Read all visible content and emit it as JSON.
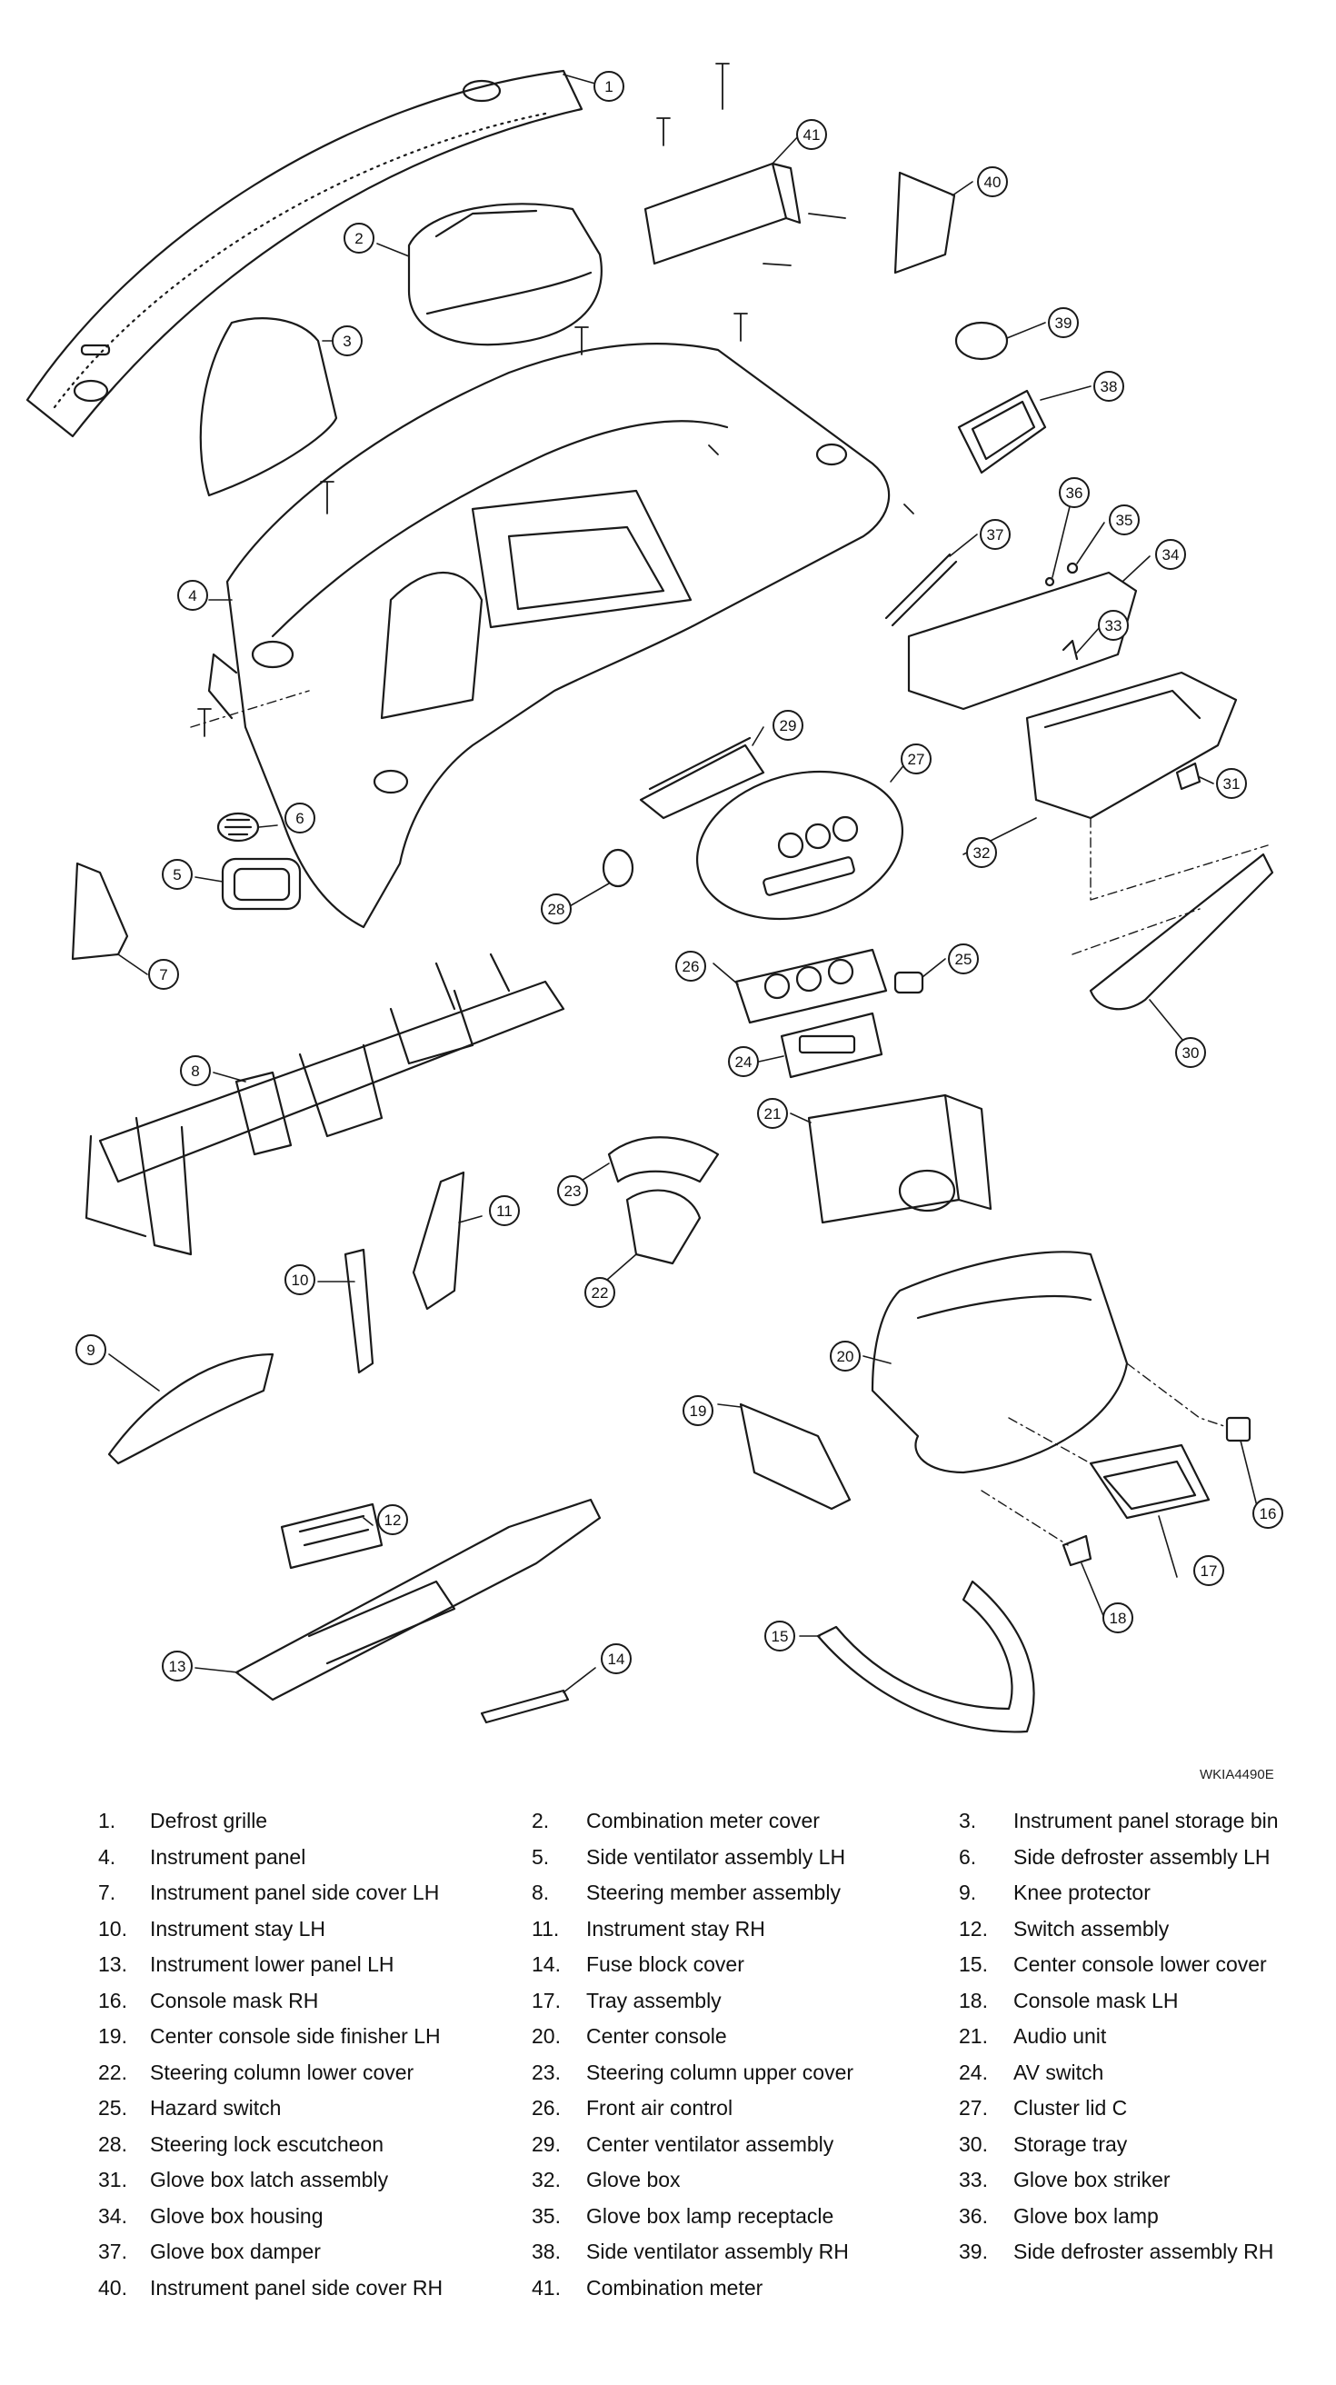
{
  "reference_code": "WKIA4490E",
  "parts": [
    {
      "num": "1.",
      "label": "Defrost grille"
    },
    {
      "num": "2.",
      "label": "Combination meter cover"
    },
    {
      "num": "3.",
      "label": "Instrument panel storage bin"
    },
    {
      "num": "4.",
      "label": "Instrument panel"
    },
    {
      "num": "5.",
      "label": "Side ventilator assembly LH"
    },
    {
      "num": "6.",
      "label": "Side defroster assembly LH"
    },
    {
      "num": "7.",
      "label": "Instrument panel side cover LH"
    },
    {
      "num": "8.",
      "label": "Steering member assembly"
    },
    {
      "num": "9.",
      "label": "Knee protector"
    },
    {
      "num": "10.",
      "label": "Instrument stay LH"
    },
    {
      "num": "11.",
      "label": "Instrument stay RH"
    },
    {
      "num": "12.",
      "label": "Switch assembly"
    },
    {
      "num": "13.",
      "label": "Instrument lower panel LH"
    },
    {
      "num": "14.",
      "label": "Fuse block cover"
    },
    {
      "num": "15.",
      "label": "Center console lower cover"
    },
    {
      "num": "16.",
      "label": "Console mask RH"
    },
    {
      "num": "17.",
      "label": "Tray assembly"
    },
    {
      "num": "18.",
      "label": "Console mask LH"
    },
    {
      "num": "19.",
      "label": "Center console side finisher LH"
    },
    {
      "num": "20.",
      "label": "Center console"
    },
    {
      "num": "21.",
      "label": "Audio unit"
    },
    {
      "num": "22.",
      "label": "Steering column lower cover"
    },
    {
      "num": "23.",
      "label": "Steering column upper cover"
    },
    {
      "num": "24.",
      "label": "AV switch"
    },
    {
      "num": "25.",
      "label": "Hazard switch"
    },
    {
      "num": "26.",
      "label": "Front air control"
    },
    {
      "num": "27.",
      "label": "Cluster lid C"
    },
    {
      "num": "28.",
      "label": "Steering lock escutcheon"
    },
    {
      "num": "29.",
      "label": "Center ventilator assembly"
    },
    {
      "num": "30.",
      "label": "Storage tray"
    },
    {
      "num": "31.",
      "label": "Glove box latch assembly"
    },
    {
      "num": "32.",
      "label": "Glove box"
    },
    {
      "num": "33.",
      "label": "Glove box striker"
    },
    {
      "num": "34.",
      "label": "Glove box housing"
    },
    {
      "num": "35.",
      "label": "Glove box lamp receptacle"
    },
    {
      "num": "36.",
      "label": "Glove box lamp"
    },
    {
      "num": "37.",
      "label": "Glove box damper"
    },
    {
      "num": "38.",
      "label": "Side ventilator assembly RH"
    },
    {
      "num": "39.",
      "label": "Side defroster assembly RH"
    },
    {
      "num": "40.",
      "label": "Instrument panel side cover RH"
    },
    {
      "num": "41.",
      "label": "Combination meter"
    }
  ],
  "callouts": [
    "1",
    "2",
    "3",
    "4",
    "5",
    "6",
    "7",
    "8",
    "9",
    "10",
    "11",
    "12",
    "13",
    "14",
    "15",
    "16",
    "17",
    "18",
    "19",
    "20",
    "21",
    "22",
    "23",
    "24",
    "25",
    "26",
    "27",
    "28",
    "29",
    "30",
    "31",
    "32",
    "33",
    "34",
    "35",
    "36",
    "37",
    "38",
    "39",
    "40",
    "41"
  ]
}
